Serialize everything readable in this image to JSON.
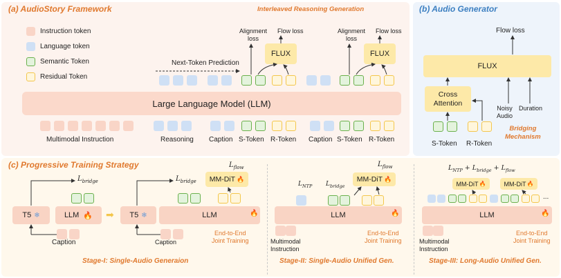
{
  "panel_a": {
    "title": "(a) AudioStory Framework",
    "subtitle": "Interleaved Reasoning Generation",
    "legend": [
      {
        "label": "Instruction token",
        "kind": "instruction"
      },
      {
        "label": "Language token",
        "kind": "language"
      },
      {
        "label": "Semantic Token",
        "kind": "semantic"
      },
      {
        "label": "Residual Token",
        "kind": "residual"
      }
    ],
    "next_token": "Next-Token Prediction",
    "llm": "Large Language Model (LLM)",
    "flux_1": "FLUX",
    "flux_2": "FLUX",
    "alignment_1": "Alignment\nloss",
    "alignment_2": "Alignment\nloss",
    "flow_loss_1": "Flow loss",
    "flow_loss_2": "Flow loss",
    "bottom_labels": {
      "multimodal": "Multimodal Instruction",
      "reasoning": "Reasoning",
      "caption1": "Caption",
      "stoken1": "S-Token",
      "rtoken1": "R-Token",
      "caption2": "Caption",
      "stoken2": "S-Token",
      "rtoken2": "R-Token"
    }
  },
  "panel_b": {
    "title": "(b) Audio Generator",
    "flow_loss": "Flow loss",
    "flux": "FLUX",
    "cross_attention": "Cross\nAttention",
    "noisy_audio": "Noisy\nAudio",
    "duration": "Duration",
    "bridging": "Bridging\nMechanism",
    "stoken": "S-Token",
    "rtoken": "R-Token"
  },
  "panel_c": {
    "title": "(c) Progressive Training Strategy",
    "stage1": {
      "t5_1": "T5",
      "llm_1": "LLM",
      "t5_2": "T5",
      "llm_2": "LLM",
      "bridge_1_base": "L",
      "bridge_1_sub": "bridge",
      "bridge_2_base": "L",
      "bridge_2_sub": "bridge",
      "flow_base": "L",
      "flow_sub": "flow",
      "mmdit": "MM-DiT",
      "caption_1": "Caption",
      "caption_2": "Caption",
      "e2e": "End-to-End\nJoint Training",
      "name": "Stage-I: Single-Audio Generaion"
    },
    "stage2": {
      "llm": "LLM",
      "ntp_base": "L",
      "ntp_sub": "NTP",
      "bridge_base": "L",
      "bridge_sub": "bridge",
      "flow_base": "L",
      "flow_sub": "flow",
      "mmdit": "MM-DiT",
      "multimodal": "Multimodal\nInstruction",
      "e2e": "End-to-End\nJoint Training",
      "name": "Stage-II: Single-Audio Unified Gen."
    },
    "stage3": {
      "loss_ntp_base": "L",
      "loss_ntp_sub": "NTP",
      "loss_bridge_base": "L",
      "loss_bridge_sub": "bridge",
      "loss_flow_base": "L",
      "loss_flow_sub": "flow",
      "plus": "+",
      "mmdit_1": "MM-DiT",
      "mmdit_2": "MM-DiT",
      "ellipsis": "...",
      "llm": "LLM",
      "multimodal": "Multimodal\nInstruction",
      "e2e": "End-to-End\nJoint Training",
      "name": "Stage-III: Long-Audio Unified Gen."
    }
  },
  "colors": {
    "instruction": "#f9d5c7",
    "language": "#cfe0f5",
    "semantic": "#6ab04c",
    "residual": "#f3c64b",
    "panel_a_bg": "#fdf3ee",
    "panel_b_bg": "#eef4fb",
    "panel_c_bg": "#fff8ec",
    "accent_orange": "#e0792e",
    "accent_blue": "#3c7fc1",
    "llm_bar": "#fbd9cb",
    "flux_box": "#fde9a8"
  }
}
